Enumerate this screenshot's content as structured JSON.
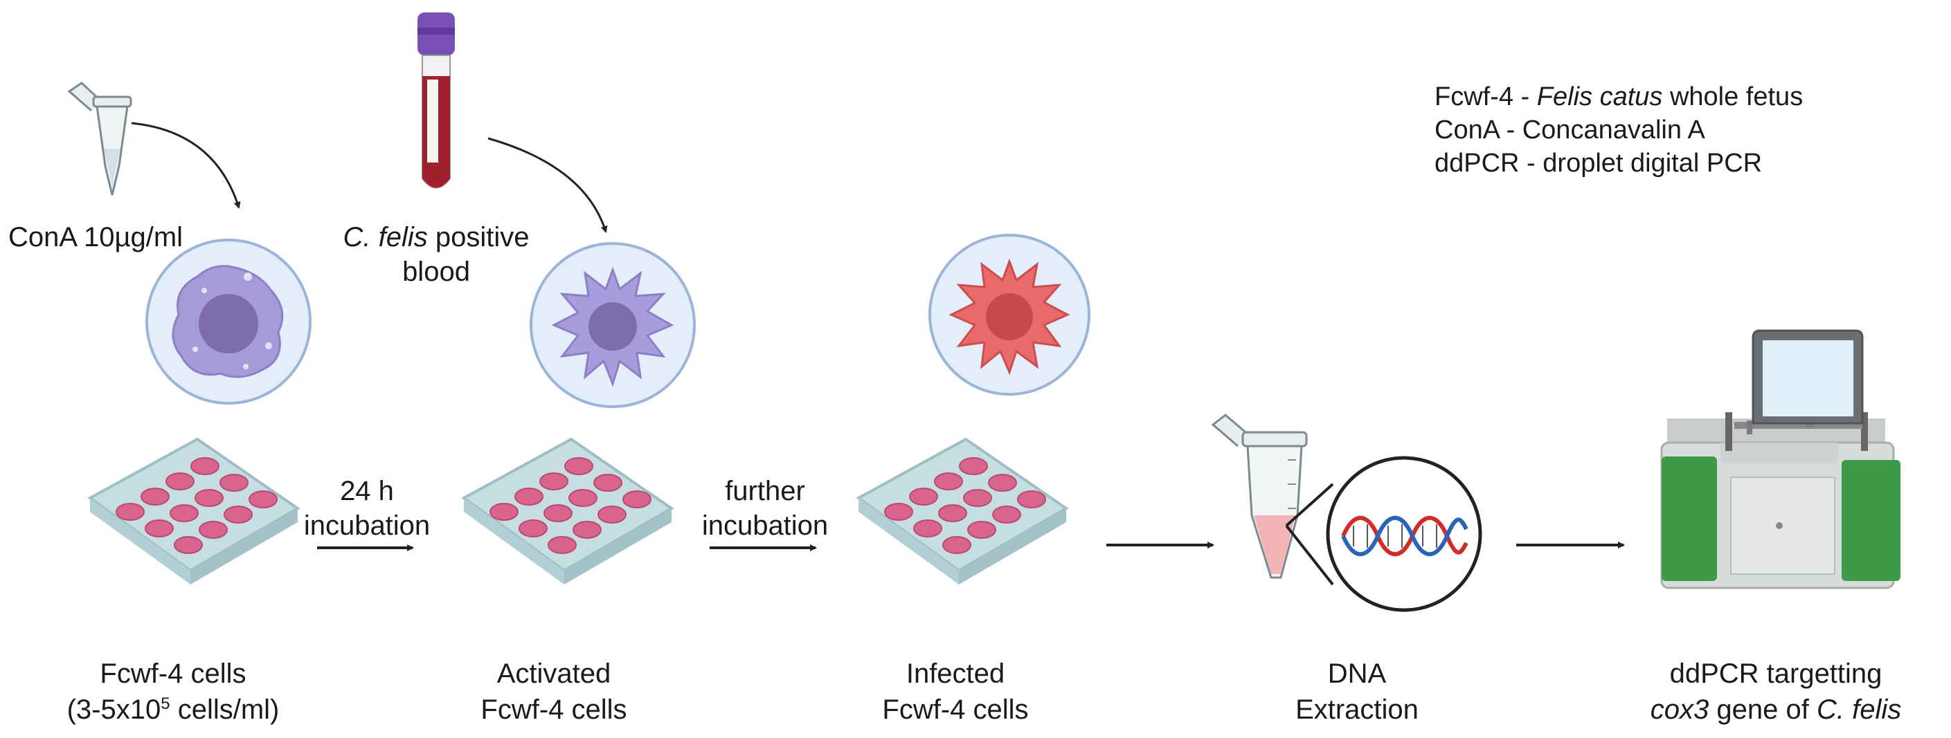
{
  "inputs": {
    "cona": {
      "label": "ConA 10µg/ml"
    },
    "blood": {
      "label_italic": "C. felis",
      "label_rest": "positive",
      "label_line2": "blood"
    }
  },
  "arrows": {
    "a1": {
      "line1": "24 h",
      "line2": "incubation"
    },
    "a2": {
      "line1": "further",
      "line2": "incubation"
    }
  },
  "steps": [
    {
      "line1": "Fcwf-4 cells",
      "line2_pre": "(3-5x10",
      "line2_sup": "5",
      "line2_post": " cells/ml)"
    },
    {
      "line1": "Activated",
      "line2": "Fcwf-4 cells"
    },
    {
      "line1": "Infected",
      "line2": "Fcwf-4 cells"
    },
    {
      "line1": "DNA",
      "line2": "Extraction"
    },
    {
      "line1": "ddPCR targetting",
      "line2_italic_a": "cox3",
      "line2_mid": " gene of ",
      "line2_italic_b": "C. felis"
    }
  ],
  "legend": [
    {
      "abbr": "Fcwf-4 - ",
      "italic": "Felis catus",
      "rest": " whole fetus"
    },
    {
      "abbr": "ConA  - ",
      "rest": "Concanavalin A"
    },
    {
      "abbr": "ddPCR - ",
      "rest": "droplet digital PCR"
    }
  ],
  "colors": {
    "plate_body": "#c6dde2",
    "plate_edge": "#9ebec5",
    "well": "#d9648e",
    "cell_resting": "#a79ad8",
    "cell_activated": "#a89cdc",
    "cell_infected": "#e86a6a",
    "blood": "#a0202e",
    "tube_cap": "#7a4fb8",
    "dna_red": "#d42a2a",
    "dna_blue": "#2a64b8",
    "machine_green": "#3d9a48",
    "machine_body": "#d9dcdc"
  }
}
